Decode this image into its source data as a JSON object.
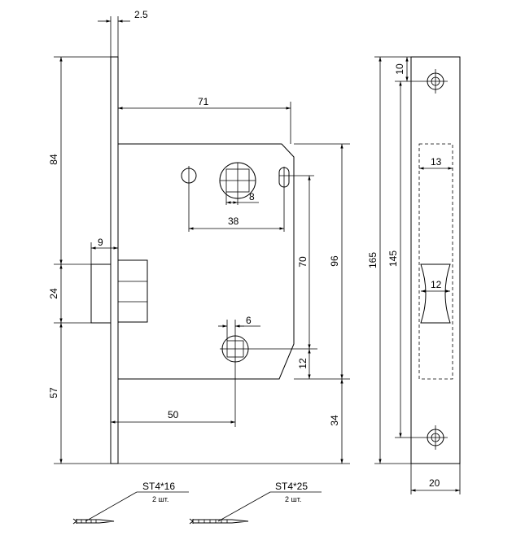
{
  "dimensions": {
    "plate_thickness": "2.5",
    "backset_71": "71",
    "top_84": "84",
    "latch_9": "9",
    "latch_24": "24",
    "bottom_57": "57",
    "spindle_8": "8",
    "spacing_38": "38",
    "spacing_70": "70",
    "height_96": "96",
    "cylinder_6": "6",
    "offset_12": "12",
    "backset_50": "50",
    "offset_34": "34",
    "strike_length_165": "165",
    "strike_inner_145": "145",
    "strike_hole_10": "10",
    "strike_slot_13": "13",
    "strike_slot_12": "12",
    "strike_width_20": "20"
  },
  "screws": [
    {
      "spec": "ST4*16",
      "qty": "2 шт."
    },
    {
      "spec": "ST4*25",
      "qty": "2 шт."
    }
  ]
}
